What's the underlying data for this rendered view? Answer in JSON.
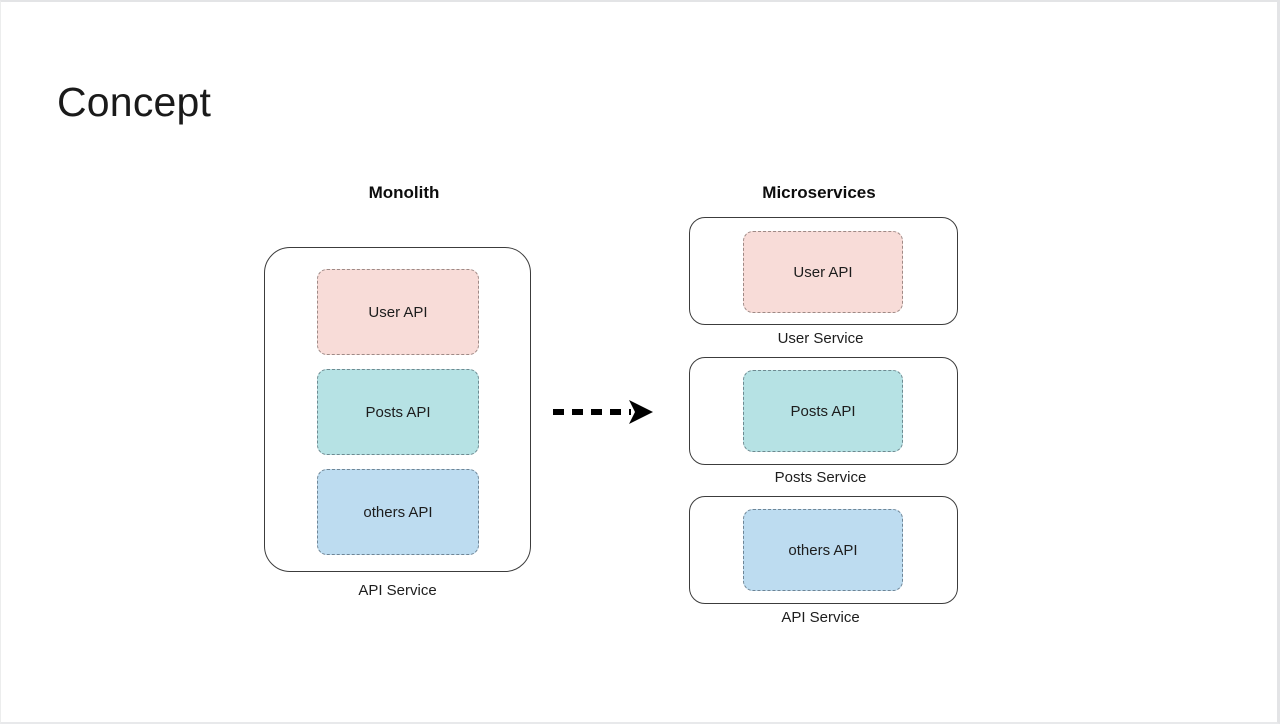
{
  "slide": {
    "title": "Concept",
    "background_color": "#ffffff",
    "frame_border_color": "#e3e4e6"
  },
  "diagram": {
    "type": "architecture-comparison",
    "left_column": {
      "heading": "Monolith",
      "container_caption": "API Service",
      "container_border_color": "#3c3c3c",
      "modules": [
        {
          "label": "User API",
          "fill": "#f8dcd8",
          "border": "#9e8a86"
        },
        {
          "label": "Posts API",
          "fill": "#b6e2e4",
          "border": "#6e8a91"
        },
        {
          "label": "others API",
          "fill": "#bddcf0",
          "border": "#6f8596"
        }
      ]
    },
    "transition": {
      "icon": "dashed-arrow-right-icon",
      "direction": "right",
      "style": "dashed",
      "color": "#000000",
      "dash_count": 5
    },
    "right_column": {
      "heading": "Microservices",
      "services": [
        {
          "caption": "User Service",
          "module": {
            "label": "User API",
            "fill": "#f8dcd8",
            "border": "#9e8a86"
          }
        },
        {
          "caption": "Posts Service",
          "module": {
            "label": "Posts API",
            "fill": "#b6e2e4",
            "border": "#6e8a91"
          }
        },
        {
          "caption": "API Service",
          "module": {
            "label": "others API",
            "fill": "#bddcf0",
            "border": "#6f8596"
          }
        }
      ]
    }
  }
}
